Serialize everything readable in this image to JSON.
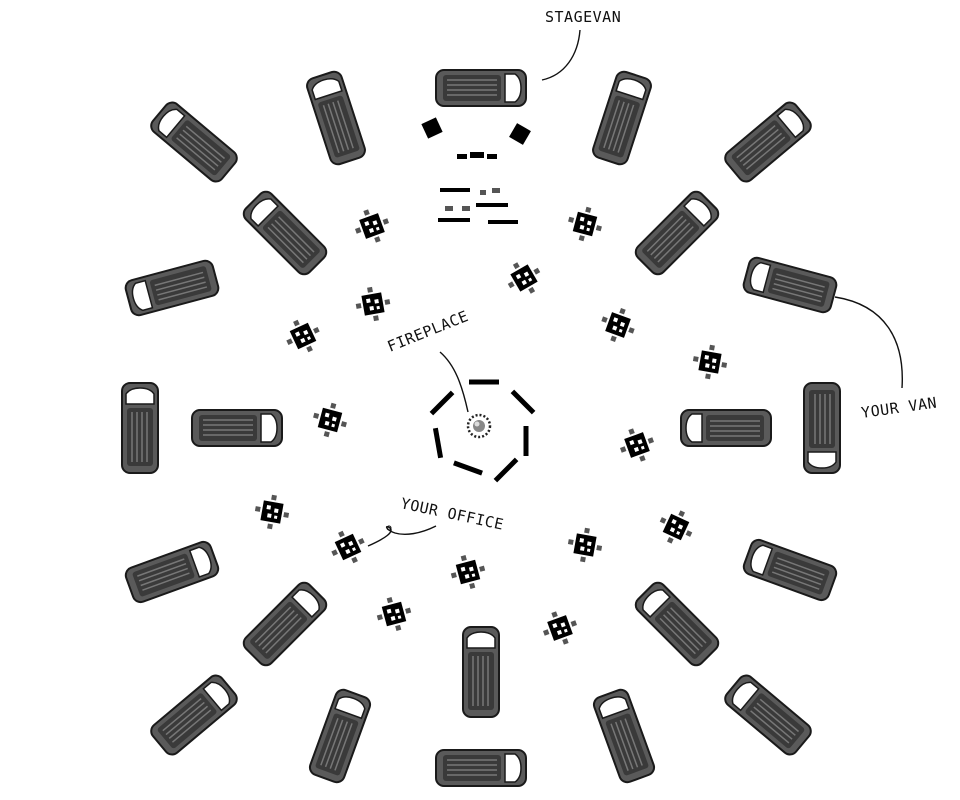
{
  "labels": {
    "stage_van": "STAGEVAN",
    "your_van": "YOUR VAN",
    "fireplace": "FIREPLACE",
    "your_office": "YOUR OFFICE"
  },
  "icons": {
    "van": "van-icon",
    "table": "table-icon",
    "chair": "chair-icon",
    "bench": "bench-icon",
    "speaker": "speaker-icon",
    "fire": "fire-icon",
    "fire_log": "fire-log-icon"
  },
  "colors": {
    "van_body": "#5a5a5a",
    "van_outline": "#1a1a1a",
    "van_windshield": "#ffffff",
    "furniture": "#000000",
    "chair": "#555555",
    "background": "#ffffff"
  }
}
